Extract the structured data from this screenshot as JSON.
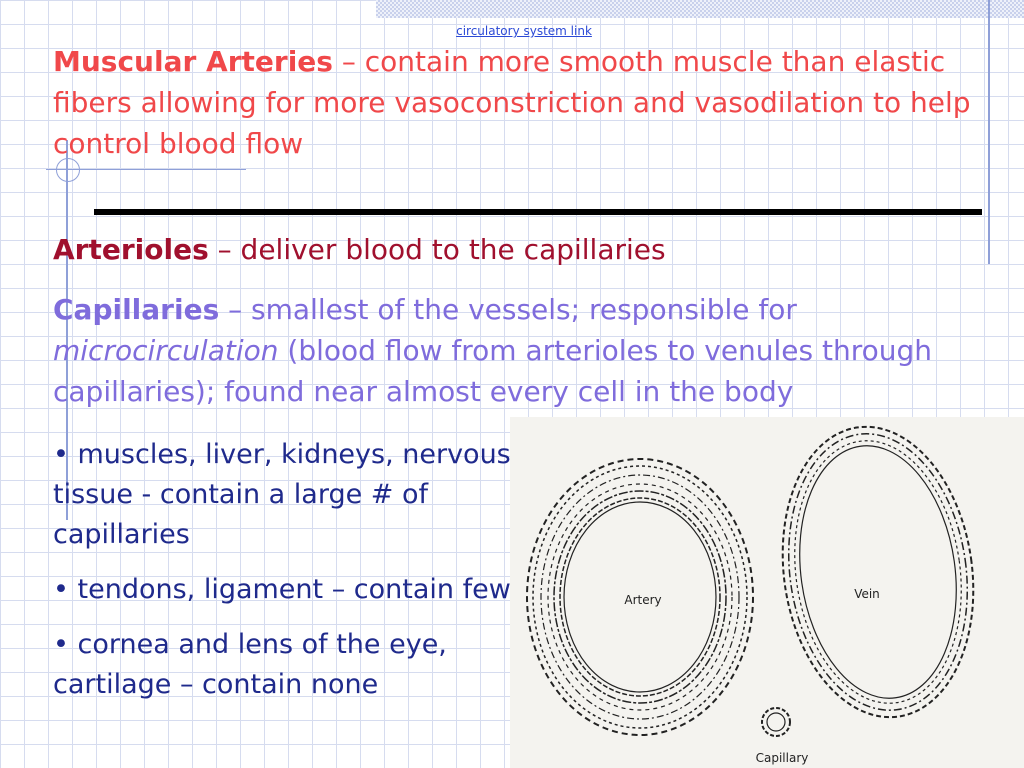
{
  "header": {
    "link_text": "circulatory system link"
  },
  "muscular_arteries": {
    "term": "Muscular Arteries",
    "definition": " – contain more smooth muscle than elastic fibers allowing for more vasoconstriction and vasodilation to help control blood flow"
  },
  "arterioles": {
    "term": "Arterioles",
    "definition": " – deliver blood to the capillaries"
  },
  "capillaries": {
    "term": "Capillaries",
    "definition_part1": " – smallest of the vessels; responsible for ",
    "emphasis": "microcirculation",
    "definition_part2": " (blood flow from arterioles to venules through capillaries); found near almost every cell in the body"
  },
  "bullets": [
    "• muscles, liver, kidneys, nervous tissue - contain a large # of capillaries",
    "• tendons, ligament – contain few",
    "• cornea and lens of the eye, cartilage – contain none"
  ],
  "figure": {
    "labels": {
      "artery": "Artery",
      "vein": "Vein",
      "capillary": "Capillary"
    }
  },
  "colors": {
    "muscular_arteries": "#f0484a",
    "arterioles": "#a0102e",
    "capillaries": "#7f6cdc",
    "bullets": "#1f2a8c",
    "link": "#2b49d6"
  }
}
